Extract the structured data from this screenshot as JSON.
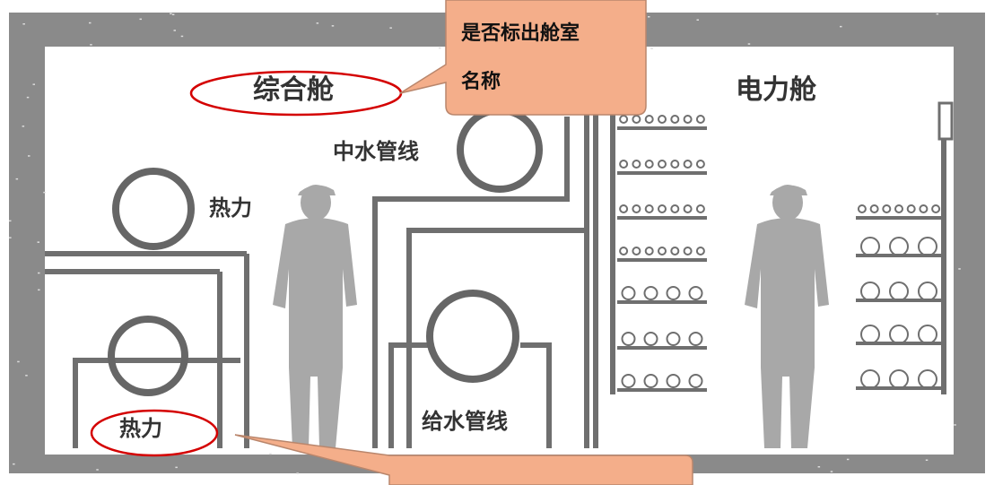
{
  "diagram": {
    "chambers": {
      "combined": "综合舱",
      "power": "电力舱"
    },
    "labels": {
      "heat_upper": "热力",
      "heat_lower": "热力",
      "reclaimed_water": "中水管线",
      "water_supply": "给水管线"
    },
    "callouts": {
      "top_line1": "是否标出舱室",
      "top_line2": "名称",
      "bottom": ""
    },
    "colors": {
      "concrete": "#8a8a8a",
      "interior": "#ffffff",
      "pipe": "#666666",
      "person": "#a8a8a8",
      "callout": "#f4ae8a",
      "ellipse": "#d40000"
    },
    "icons": [
      "person-silhouette-icon",
      "cable-rack-icon",
      "pipe-circle-icon"
    ]
  }
}
